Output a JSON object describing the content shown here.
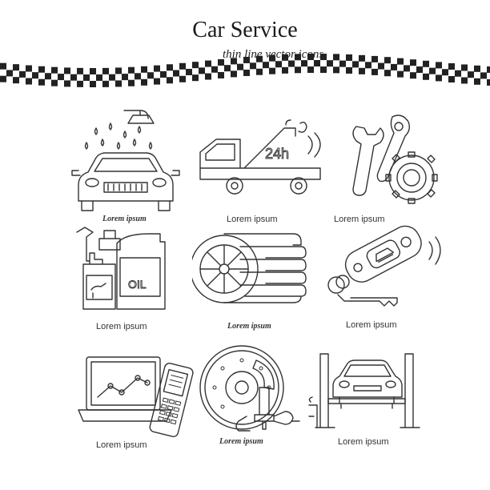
{
  "header": {
    "title": "Car Service",
    "subtitle": "thin line vector icons"
  },
  "icons": [
    {
      "name": "car-wash-icon",
      "caption": "Lorem ipsum"
    },
    {
      "name": "tow-truck-24h-icon",
      "caption": "Lorem ipsum",
      "badge": "24h"
    },
    {
      "name": "wrench-gear-icon",
      "caption": "Lorem ipsum"
    },
    {
      "name": "oil-canister-icon",
      "caption": "Lorem ipsum",
      "label": "OIL"
    },
    {
      "name": "tires-icon",
      "caption": "Lorem ipsum"
    },
    {
      "name": "car-alarm-key-icon",
      "caption": "Lorem ipsum"
    },
    {
      "name": "computer-diagnostics-icon",
      "caption": "Lorem ipsum"
    },
    {
      "name": "brake-disc-icon",
      "caption": "Lorem ipsum"
    },
    {
      "name": "car-lift-icon",
      "caption": "Lorem ipsum"
    }
  ],
  "colors": {
    "line": "#333333",
    "checker": "#222222",
    "background": "#ffffff"
  }
}
